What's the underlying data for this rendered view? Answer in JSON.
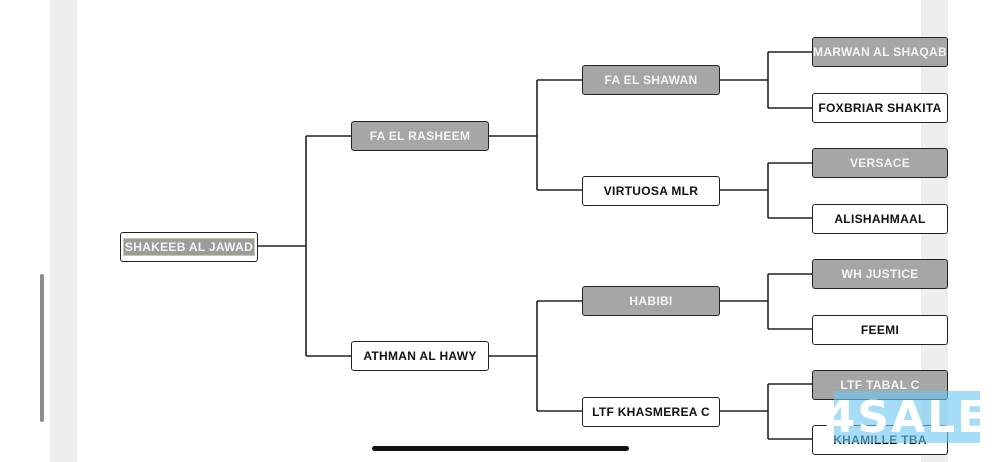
{
  "bracket": {
    "root": "SHAKEEB AL JAWAD",
    "round1": [
      "FA EL RASHEEM",
      "ATHMAN AL HAWY"
    ],
    "round2": [
      "FA EL SHAWAN",
      "VIRTUOSA MLR",
      "HABIBI",
      "LTF KHASMEREA C"
    ],
    "round3": [
      "MARWAN AL SHAQAB",
      "FOXBRIAR SHAKITA",
      "VERSACE",
      "ALISHAHMAAL",
      "WH JUSTICE",
      "FEEMI",
      "LTF TABAL C",
      "KHAMILLE TBA"
    ]
  },
  "watermark": {
    "text": "4SALE"
  },
  "colors": {
    "highlight": "#a6a6a6",
    "line": "#222222",
    "watermark": "#6ec8f0"
  }
}
